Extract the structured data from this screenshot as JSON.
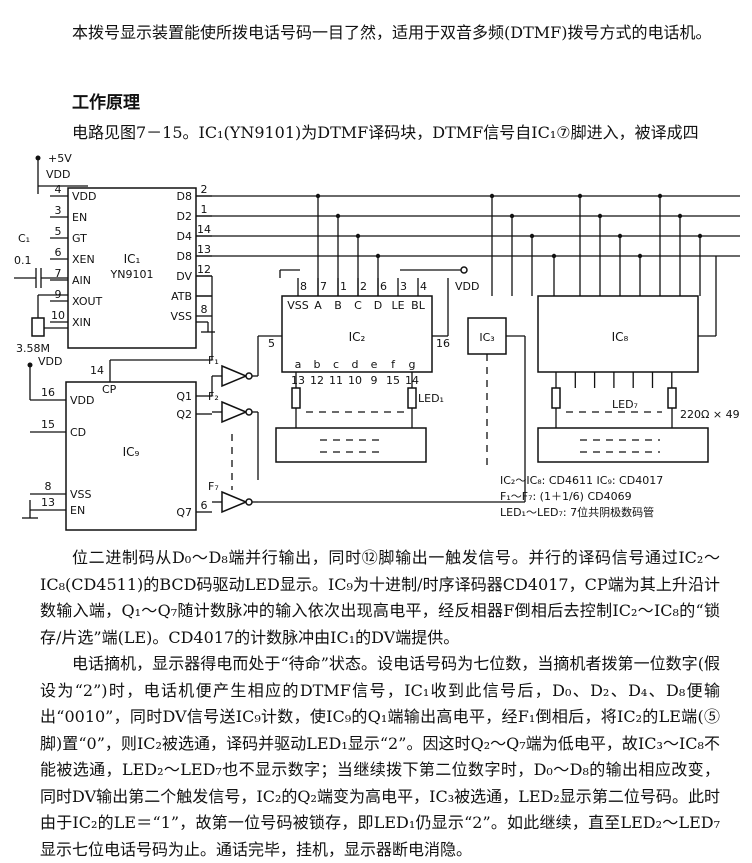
{
  "paragraphs": {
    "intro": "本拨号显示装置能使所拨电话号码一目了然，适用于双音多频(DTMF)拨号方式的电话机。",
    "heading": "工作原理",
    "p1": "电路见图7－15。IC₁(YN9101)为DTMF译码块，DTMF信号自IC₁⑦脚进入，被译成四",
    "p2": "位二进制码从D₀～D₈端并行输出，同时⑫脚输出一触发信号。并行的译码信号通过IC₂～IC₈(CD4511)的BCD码驱动LED显示。IC₉为十进制/时序译码器CD4017，CP端为其上升沿计数输入端，Q₁～Q₇随计数脉冲的输入依次出现高电平，经反相器F倒相后去控制IC₂～IC₈的“锁存/片选”端(LE)。CD4017的计数脉冲由IC₁的DV端提供。",
    "p3": "电话摘机，显示器得电而处于“待命”状态。设电话号码为七位数，当摘机者拨第一位数字(假设为“2”)时，电话机便产生相应的DTMF信号，IC₁收到此信号后，D₀、D₂、D₄、D₈便输出“0010”，同时DV信号送IC₉计数，使IC₉的Q₁端输出高电平，经F₁倒相后，将IC₂的LE端(⑤脚)置“0”，则IC₂被选通，译码并驱动LED₁显示“2”。因这时Q₂～Q₇端为低电平，故IC₃～IC₈不能被选通，LED₂～LED₇也不显示数字；当继续拨下第二位数字时，D₀～D₈的输出相应改变，同时DV输出第二个触发信号，IC₂的Q₂端变为高电平，IC₃被选通，LED₂显示第二位号码。此时由于IC₂的LE＝“1”，故第一位号码被锁存，即LED₁仍显示“2”。如此继续，直至LED₂～LED₇显示七位电话号码为止。通话完毕，挂机，显示器断电消隐。"
  },
  "diagram": {
    "supply": "+5V",
    "vdd": "VDD",
    "ic1": {
      "name": "IC₁",
      "part": "YN9101",
      "left_pins": [
        {
          "num": "4",
          "label": "VDD"
        },
        {
          "num": "3",
          "label": "EN"
        },
        {
          "num": "5",
          "label": "GT"
        },
        {
          "num": "6",
          "label": "XEN"
        },
        {
          "num": "7",
          "label": "AIN"
        },
        {
          "num": "9",
          "label": "XOUT"
        },
        {
          "num": "10",
          "label": "XIN"
        }
      ],
      "right_pins": [
        {
          "num": "2",
          "label": "D8"
        },
        {
          "num": "1",
          "label": "D2"
        },
        {
          "num": "14",
          "label": "D4"
        },
        {
          "num": "13",
          "label": "D8"
        },
        {
          "num": "12",
          "label": "DV"
        },
        {
          "num": "",
          "label": "ATB"
        },
        {
          "num": "8",
          "label": "VSS"
        }
      ]
    },
    "c1": "C₁",
    "c1_value": "0.1",
    "crystal": "3.58M",
    "ic2": {
      "name": "IC₂",
      "top_pins": [
        {
          "num": "8",
          "label": "VSS"
        },
        {
          "num": "7",
          "label": "A"
        },
        {
          "num": "1",
          "label": "B"
        },
        {
          "num": "2",
          "label": "C"
        },
        {
          "num": "6",
          "label": "D"
        },
        {
          "num": "3",
          "label": "LE"
        },
        {
          "num": "4",
          "label": "BL"
        }
      ],
      "vdd_pin": "16",
      "le_pin": "5",
      "bottom_labels": [
        "a",
        "b",
        "c",
        "d",
        "e",
        "f",
        "g"
      ],
      "bottom_nums": [
        "13",
        "12",
        "11",
        "10",
        "9",
        "15",
        "14"
      ]
    },
    "ic3": "IC₃",
    "ic8": "IC₈",
    "ic9": {
      "name": "IC₉",
      "left_pins": [
        {
          "num": "16",
          "label": "VDD"
        },
        {
          "num": "15",
          "label": "CD"
        },
        {
          "num": "8",
          "label": "VSS"
        },
        {
          "num": "13",
          "label": "EN"
        }
      ],
      "cp_num": "14",
      "cp": "CP",
      "right_pins": [
        {
          "num": "",
          "label": "Q1"
        },
        {
          "num": "",
          "label": "Q2"
        },
        {
          "num": "6",
          "label": "Q7"
        }
      ]
    },
    "gates": [
      "F₁",
      "F₂",
      "F₇"
    ],
    "led1": "LED₁",
    "led7": "LED₇",
    "resistor_note": "220Ω × 49",
    "notes": [
      "IC₂～IC₈: CD4611  IC₉: CD4017",
      "F₁～F₇: (1＋1/6) CD4069",
      "LED₁～LED₇: 7位共阴极数码管"
    ]
  }
}
